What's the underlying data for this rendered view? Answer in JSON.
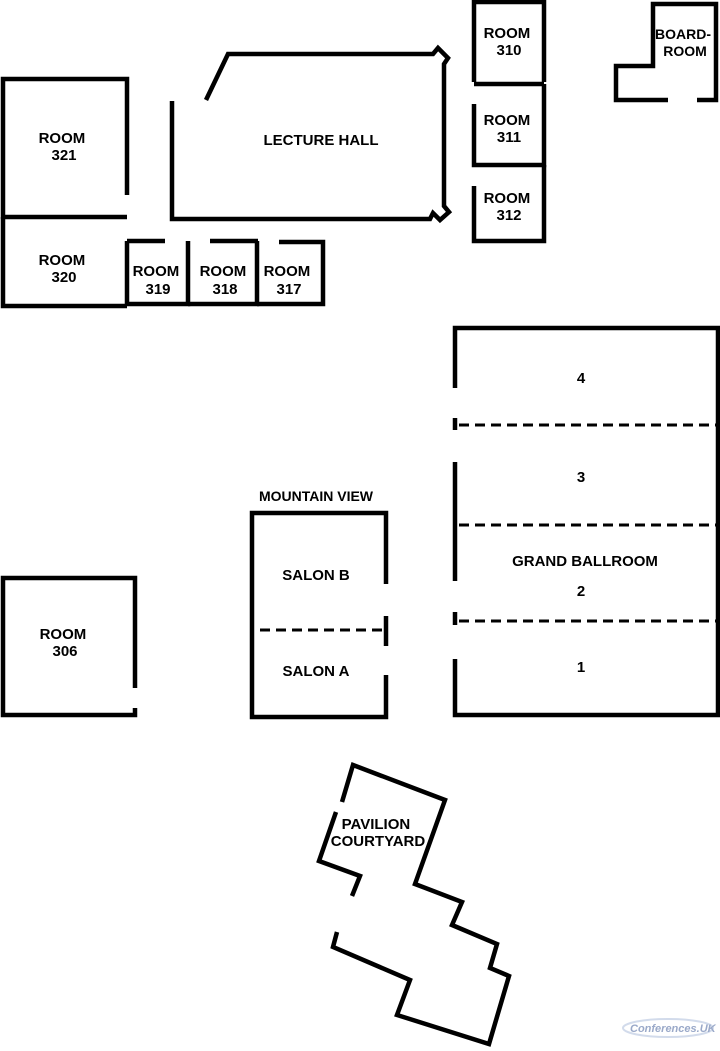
{
  "rooms": {
    "room_310": [
      "ROOM",
      "310"
    ],
    "boardroom": [
      "BOARD-",
      "ROOM"
    ],
    "room_321": [
      "ROOM",
      "321"
    ],
    "lecture_hall": "LECTURE HALL",
    "room_311": [
      "ROOM",
      "311"
    ],
    "room_312": [
      "ROOM",
      "312"
    ],
    "room_320": [
      "ROOM",
      "320"
    ],
    "room_319": [
      "ROOM",
      "319"
    ],
    "room_318": [
      "ROOM",
      "318"
    ],
    "room_317": [
      "ROOM",
      "317"
    ],
    "ballroom_section_4": "4",
    "ballroom_section_3": "3",
    "grand_ballroom": "GRAND BALLROOM",
    "ballroom_section_2": "2",
    "ballroom_section_1": "1",
    "mountain_view": "MOUNTAIN VIEW",
    "salon_b": "SALON B",
    "salon_a": "SALON A",
    "room_306": [
      "ROOM",
      "306"
    ],
    "pavilion_courtyard": [
      "PAVILION",
      "COURTYARD"
    ]
  },
  "watermark": "Conferences.UK",
  "colors": {
    "walls": "#000000",
    "background": "#ffffff",
    "watermark": "#9aa9c9"
  }
}
